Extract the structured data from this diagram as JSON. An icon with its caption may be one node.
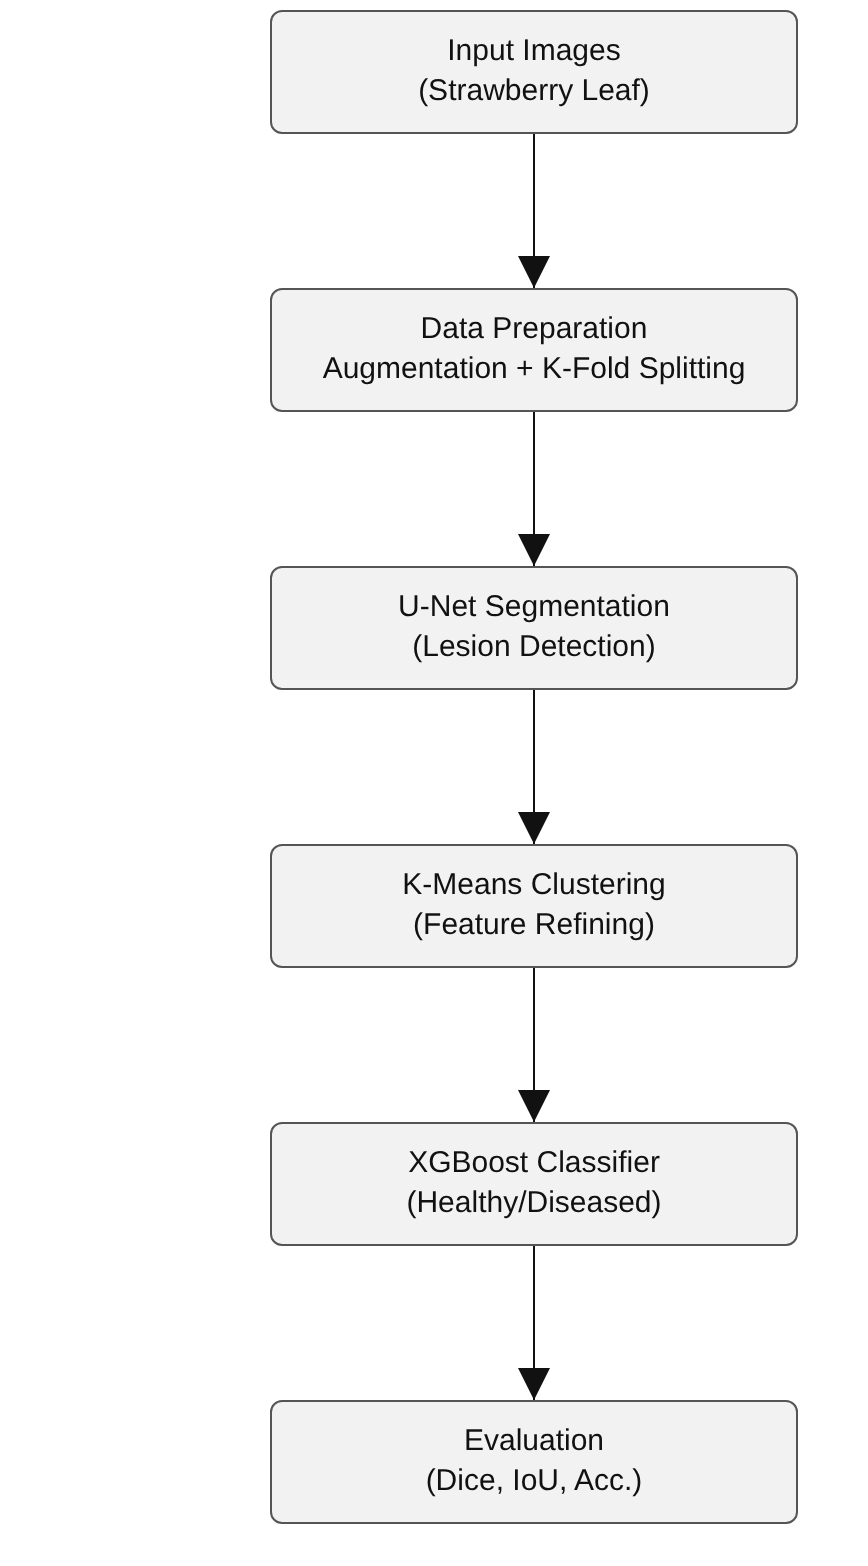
{
  "diagram": {
    "nodes": [
      {
        "text": [
          "Input Images",
          "(Strawberry Leaf)"
        ]
      },
      {
        "text": [
          "Data Preparation",
          "Augmentation + K-Fold Splitting"
        ]
      },
      {
        "text": [
          "U-Net Segmentation",
          "(Lesion Detection)"
        ]
      },
      {
        "text": [
          "K-Means Clustering",
          "(Feature Refining)"
        ]
      },
      {
        "text": [
          "XGBoost Classifier",
          "(Healthy/Diseased)"
        ]
      },
      {
        "text": [
          "Evaluation",
          "(Dice, IoU, Acc.)"
        ]
      }
    ],
    "edges": [
      {
        "from": 0,
        "to": 1,
        "arrow": "to"
      },
      {
        "from": 1,
        "to": 2,
        "arrow": "to"
      },
      {
        "from": 2,
        "to": 3,
        "arrow": "to"
      },
      {
        "from": 3,
        "to": 4,
        "arrow": "to"
      },
      {
        "from": 4,
        "to": 5,
        "arrow": "to"
      }
    ]
  }
}
